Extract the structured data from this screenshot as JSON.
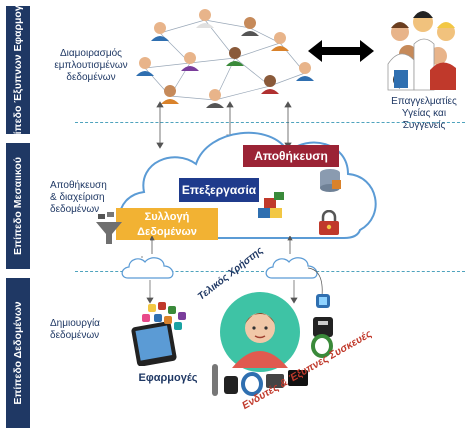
{
  "layers": {
    "top": "Επίπεδο Έξυπνων Εφαρμογών",
    "middle": "Επίπεδο Μεσαιικού",
    "bottom": "Επίπεδο Δεδομένων"
  },
  "descriptions": {
    "top": [
      "Διαμοιρασμός",
      "εμπλουτισμένων",
      "δεδομένων"
    ],
    "middle": [
      "Αποθήκευση",
      "& διαχείριση",
      "δεδομένων"
    ],
    "bottom": [
      "Δημιουργία",
      "δεδομένων"
    ]
  },
  "professionals": [
    "Επαγγελματίες",
    "Υγείας και",
    "Συγγενείς"
  ],
  "cloud": {
    "storage": "Αποθήκευση",
    "processing": "Επεξεργασία",
    "collection": [
      "Συλλογή",
      "Δεδομένων"
    ]
  },
  "bottom": {
    "apps": "Εφαρμογές",
    "end_user": "Τελικός Χρήστης",
    "devices": "Ενδυτές & Έξυπνες Συσκευές"
  },
  "colors": {
    "layer_bar": "#1f3864",
    "storage": "#9b2335",
    "processing": "#1f3b8c",
    "collection": "#f2b233",
    "cloud_fill": "#ffffff",
    "cloud_stroke": "#5b9bd5",
    "separator": "#4fa3bd"
  }
}
